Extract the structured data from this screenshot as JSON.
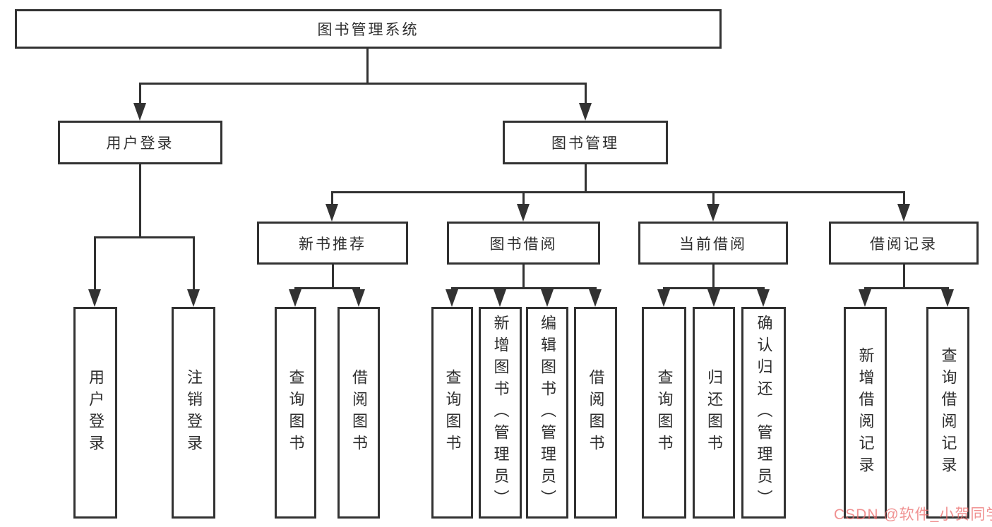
{
  "diagram": {
    "title": "图书管理系统",
    "root": {
      "label": "图书管理系统"
    },
    "level2": [
      {
        "label": "用户登录"
      },
      {
        "label": "图书管理"
      }
    ],
    "level3": [
      {
        "label": "新书推荐"
      },
      {
        "label": "图书借阅"
      },
      {
        "label": "当前借阅"
      },
      {
        "label": "借阅记录"
      }
    ],
    "leaves": [
      "用户登录",
      "注销登录",
      "查询图书",
      "借阅图书",
      "查询图书",
      "新增图书（管理员）",
      "编辑图书（管理员）",
      "借阅图书",
      "查询图书",
      "归还图书",
      "确认归还（管理员）",
      "新增借阅记录",
      "查询借阅记录"
    ]
  },
  "watermark": {
    "text": "CSDN @软件_小贺同学",
    "color": "#eb6c6c"
  },
  "colors": {
    "line": "#323232",
    "box_border": "#323232",
    "background": "#ffffff",
    "text": "#2e2e2e"
  }
}
